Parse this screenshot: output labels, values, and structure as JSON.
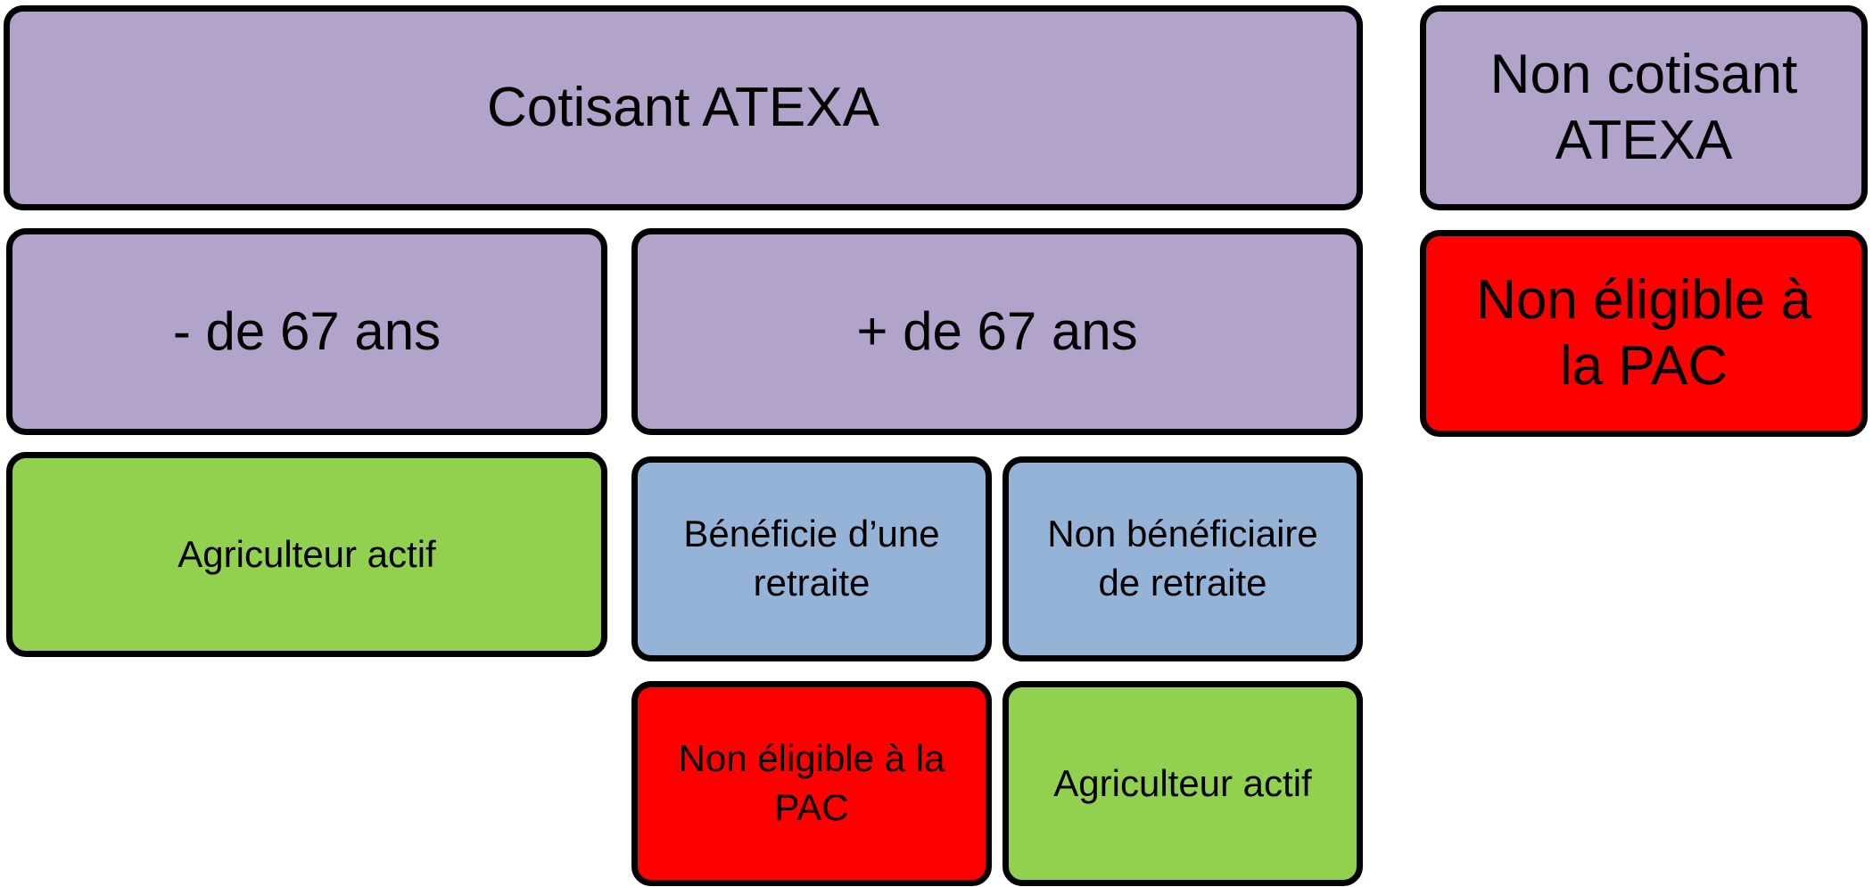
{
  "diagram": {
    "boxes": {
      "cotisant": "Cotisant ATEXA",
      "non_cotisant": "Non cotisant ATEXA",
      "moins_67": "- de 67 ans",
      "plus_67": "+ de 67 ans",
      "non_eligible_right": "Non éligible à la PAC",
      "agriculteur_actif_1": "Agriculteur actif",
      "beneficie_retraite": "Bénéficie d’une retraite",
      "non_beneficiaire_retraite": "Non bénéficiaire de retraite",
      "non_eligible_bottom": "Non éligible à la PAC",
      "agriculteur_actif_2": "Agriculteur actif"
    },
    "colors": {
      "purple": "#b1a3c9",
      "green": "#92d050",
      "blue": "#95b3d7",
      "red": "#ff0000",
      "border": "#000000"
    }
  }
}
